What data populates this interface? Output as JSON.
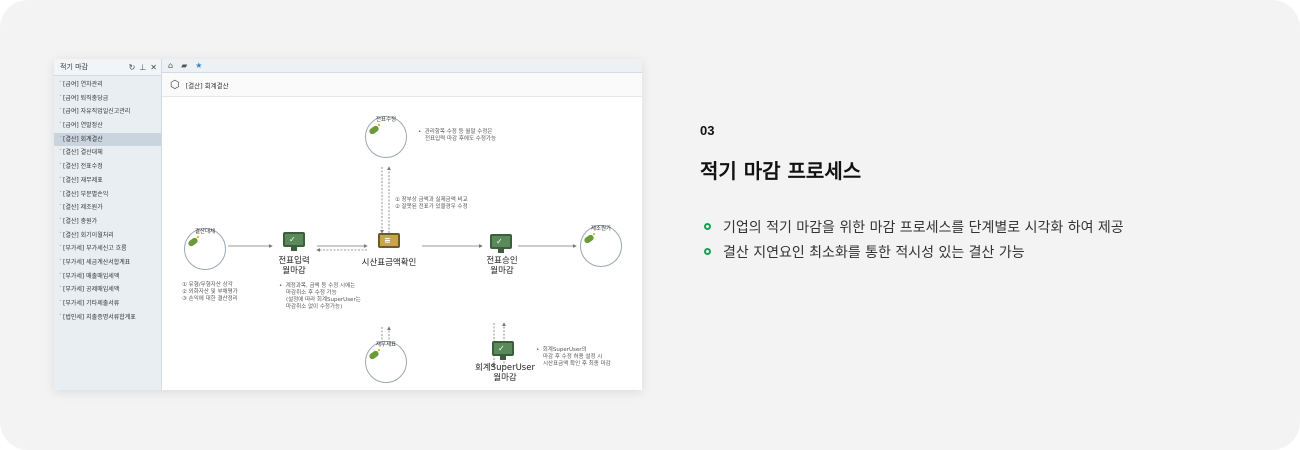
{
  "section": {
    "number": "03",
    "title": "적기 마감 프로세스",
    "bullets": [
      "기업의 적기 마감을 위한 마감 프로세스를 단계별로 시각화 하여 제공",
      "결산 지연요인 최소화를 통한 적시성 있는 결산 가능"
    ]
  },
  "screenshot": {
    "sidebar": {
      "title": "적기 마감",
      "icons": [
        "refresh-icon",
        "pin-icon",
        "close-icon"
      ],
      "items": [
        "[급여] 연차관리",
        "[급여] 퇴직충당금",
        "[급여] 자유직업일신고관리",
        "[급여] 연말정산",
        "[결산] 회계결산",
        "[결산] 결산대체",
        "[결산] 전표수정",
        "[결산] 재무제표",
        "[결산] 부문별손익",
        "[결산] 제조원가",
        "[결산] 충원가",
        "[결산] 회기이월처리",
        "[부가세] 부가세신고 흐름",
        "[부가세] 세금계산서합계표",
        "[부가세] 매출매입세액",
        "[부가세] 공제매입세액",
        "[부가세] 기타제출서류",
        "[법인세] 지출증명서류합계표"
      ],
      "active_index": 4
    },
    "toolbar_icons": [
      "home-icon",
      "folder-icon",
      "star-icon"
    ],
    "page_title": "[결산] 회계결산",
    "flow": {
      "settle": "결산대체",
      "entry": "전표입력\n월마감",
      "trial": "시산표금액확인",
      "approve": "전표승인\n월마감",
      "cost": "제조원가",
      "voucher_edit": "전표수정",
      "financial": "재무제표",
      "super": "회계SuperUser\n월마감",
      "note_edit": "•  관리항목 수정 등 월말 수정은\n    전표입력 마감 후에도 수정가능",
      "note_check": "① 장부상 금액과 실제금액 비교\n② 잘못된 전표가 있을경우 수정",
      "note_settle": "① 유형/무형자산 상각\n② 외화자산 및 부채평가\n③ 손익에 대한 결산정리",
      "note_entry": "•  계정과목, 금액 등 수정 시에는\n    마감취소 후 수정 가능\n    (설정에 따라 회계SuperUser는\n    마감취소 없이 수정가능)",
      "note_super": "•  회계SuperUser의\n    마감 후 수정 허용 설정 시\n    시산표금액 확인 후 최종 마감"
    }
  }
}
